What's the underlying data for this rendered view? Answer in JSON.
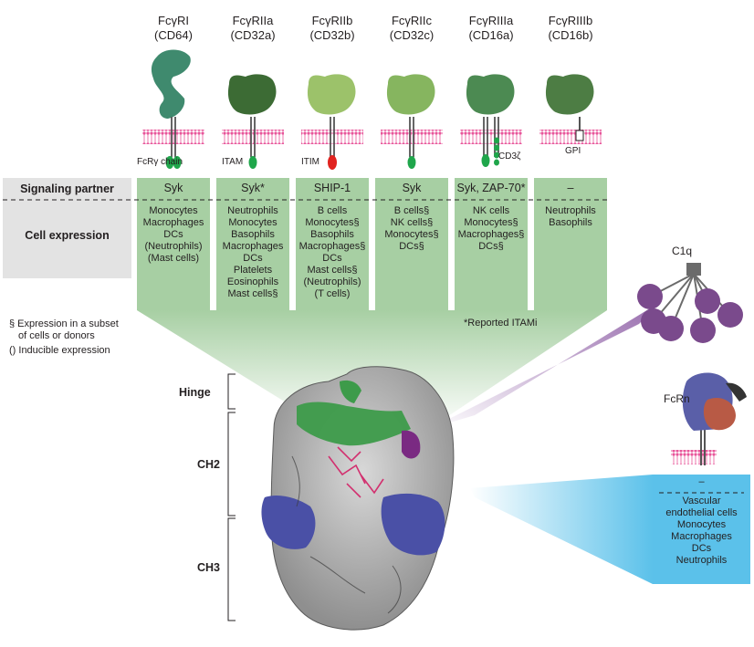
{
  "receptors": [
    {
      "name": "FcγRI",
      "cd": "(CD64)",
      "signaling": "Syk",
      "expression": [
        "Monocytes",
        "Macrophages",
        "DCs",
        "(Neutrophils)",
        "(Mast cells)"
      ],
      "membrane_label": "FcRγ chain",
      "tail": "itam",
      "color": "#3f8a6e"
    },
    {
      "name": "FcγRIIa",
      "cd": "(CD32a)",
      "signaling": "Syk*",
      "expression": [
        "Neutrophils",
        "Monocytes",
        "Basophils",
        "Macrophages",
        "DCs",
        "Platelets",
        "Eosinophils",
        "Mast cells§"
      ],
      "membrane_label": "ITAM",
      "tail": "itam",
      "color": "#3c6b34"
    },
    {
      "name": "FcγRIIb",
      "cd": "(CD32b)",
      "signaling": "SHIP-1",
      "expression": [
        "B cells",
        "Monocytes§",
        "Basophils",
        "Macrophages§",
        "DCs",
        "Mast cells§",
        "(Neutrophils)",
        "(T cells)"
      ],
      "membrane_label": "ITIM",
      "tail": "itim",
      "color": "#9cc26a"
    },
    {
      "name": "FcγRIIc",
      "cd": "(CD32c)",
      "signaling": "Syk",
      "expression": [
        "B cells§",
        "NK cells§",
        "Monocytes§",
        "DCs§"
      ],
      "membrane_label": "",
      "tail": "itam",
      "color": "#86b55f"
    },
    {
      "name": "FcγRIIIa",
      "cd": "(CD16a)",
      "signaling": "Syk, ZAP-70*",
      "expression": [
        "NK cells",
        "Monocytes§",
        "Macrophages§",
        "DCs§"
      ],
      "membrane_label": "CD3ζ",
      "tail": "itam-multi",
      "color": "#4c8a52"
    },
    {
      "name": "FcγRIIIb",
      "cd": "(CD16b)",
      "signaling": "–",
      "expression": [
        "Neutrophils",
        "Basophils"
      ],
      "membrane_label": "GPI",
      "tail": "gpi",
      "color": "#4d7d44"
    }
  ],
  "row_labels": {
    "signaling": "Signaling partner",
    "expression": "Cell expression"
  },
  "legend": {
    "line1": "§ Expression in a subset",
    "line2": "of cells or donors",
    "line3": "() Inducible expression"
  },
  "reported_note": "*Reported ITAMi",
  "c1q": {
    "label": "C1q",
    "color": "#7a4a8c"
  },
  "fcrn": {
    "label": "FcRn",
    "signaling": "–",
    "expression": [
      "Vascular",
      "endothelial cells",
      "Monocytes",
      "Macrophages",
      "DCs",
      "Neutrophils"
    ]
  },
  "regions": {
    "hinge": "Hinge",
    "ch2": "CH2",
    "ch3": "CH3"
  },
  "colors": {
    "panel_green": "#a7cfa3",
    "panel_gray": "#e3e3e3",
    "membrane": "#e8559a",
    "itam": "#1fa64b",
    "itim": "#e1231f",
    "fcrn_blue": "#5bc1ea",
    "c1q_purple": "#8b5aa3"
  }
}
